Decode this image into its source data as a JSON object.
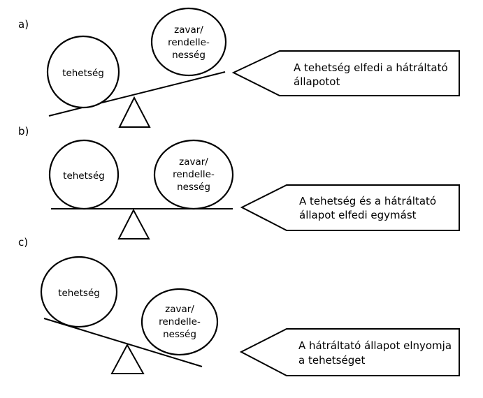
{
  "panels": [
    {
      "label": "a)",
      "talent_circle": [
        "tehetség"
      ],
      "disorder_circle": [
        "zavar/",
        "rendelle-",
        "nesség"
      ],
      "callout": [
        "A tehetség elfedi a hátráltató",
        "állapotot"
      ]
    },
    {
      "label": "b)",
      "talent_circle": [
        "tehetség"
      ],
      "disorder_circle": [
        "zavar/",
        "rendelle-",
        "nesség"
      ],
      "callout": [
        "A tehetség és a hátráltató",
        "állapot elfedi egymást"
      ]
    },
    {
      "label": "c)",
      "talent_circle": [
        "tehetség"
      ],
      "disorder_circle": [
        "zavar/",
        "rendelle-",
        "nesség"
      ],
      "callout": [
        "A hátráltató állapot elnyomja",
        "a tehetséget"
      ]
    }
  ]
}
